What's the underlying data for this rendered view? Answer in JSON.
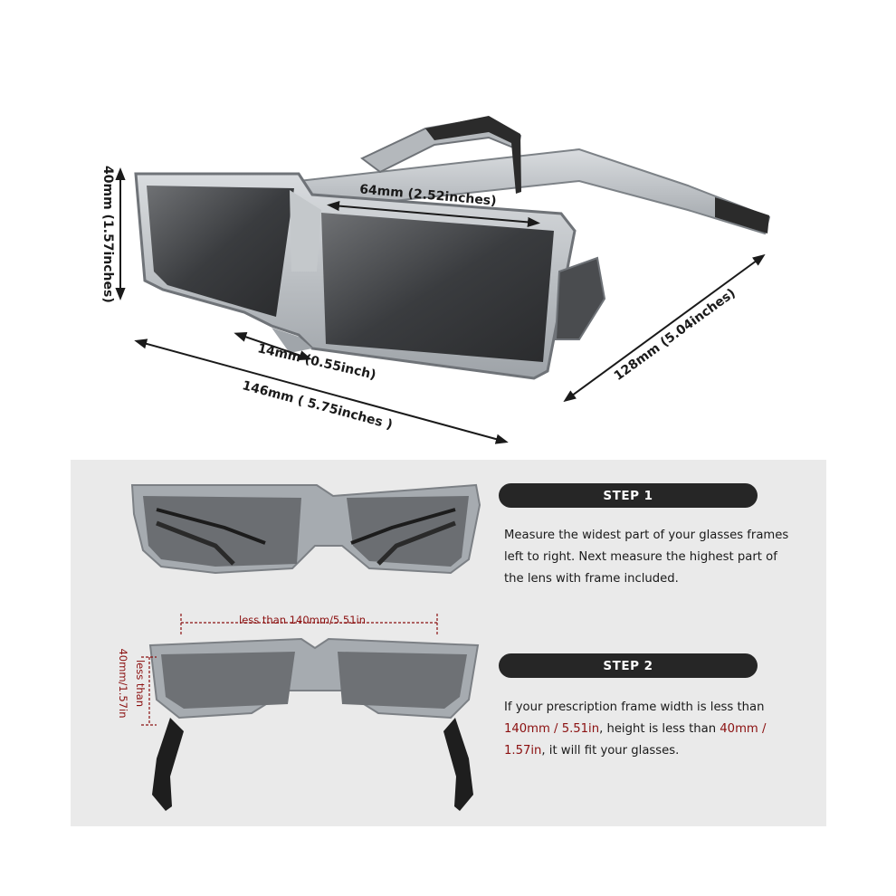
{
  "dimensions": {
    "height_label": "40mm (1.57inches)",
    "lens_width_label": "64mm (2.52inches)",
    "bridge_label": "14mm (0.55inch)",
    "total_width_label": "146mm ( 5.75inches )",
    "temple_length_label": "128mm (5.04inches)"
  },
  "steps": [
    {
      "title": "STEP 1",
      "text": "Measure the widest part of your glasses frames left to right. Next measure the highest part of the lens with frame included."
    },
    {
      "title": "STEP 2",
      "text_before": "If your prescription frame width is less than ",
      "width_value": "140mm / 5.51in",
      "text_middle": ", height is less than ",
      "height_value": "40mm / 1.57in",
      "text_after": ", it will fit your glasses."
    }
  ],
  "fit_labels": {
    "width": "less than 140mm/5.51in",
    "height_less": "less than",
    "height_value": "40mm/1.57in"
  },
  "colors": {
    "accent_red": "#8b1010",
    "step_bar": "#262626",
    "panel": "#eaeaea"
  }
}
